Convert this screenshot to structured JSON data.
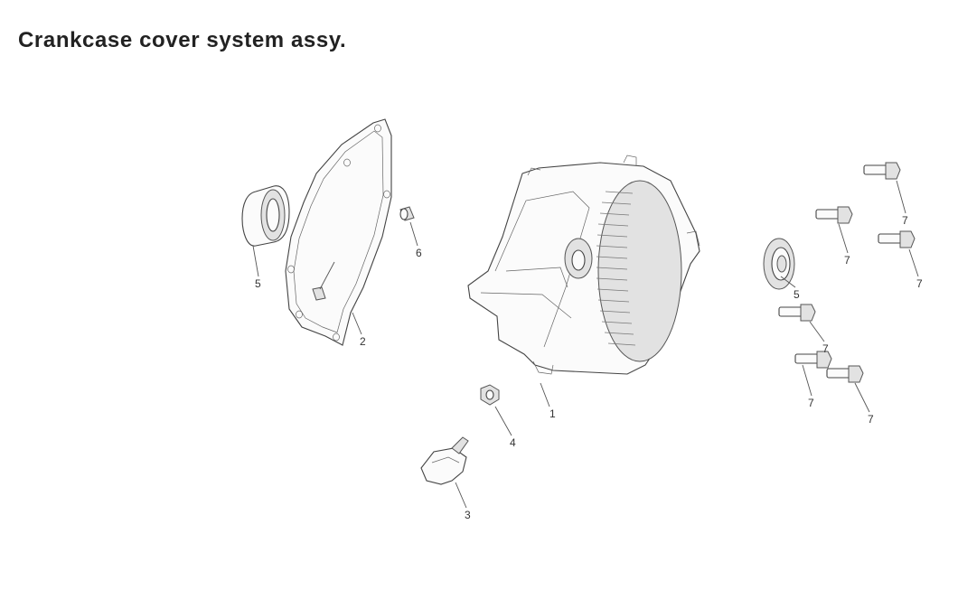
{
  "title": "Crankcase cover system assy.",
  "labels": {
    "p1": "1",
    "p2": "2",
    "p3": "3",
    "p4": "4",
    "p5a": "5",
    "p5b": "5",
    "p6": "6",
    "p7a": "7",
    "p7b": "7",
    "p7c": "7",
    "p7d": "7",
    "p7e": "7",
    "p7f": "7"
  },
  "colors": {
    "ink": "#444444",
    "text": "#222222",
    "background": "#ffffff"
  }
}
